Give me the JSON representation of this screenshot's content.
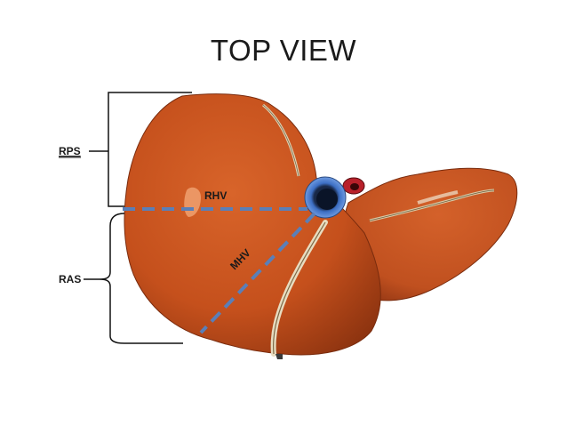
{
  "title": "TOP VIEW",
  "labels": {
    "rps": "RPS",
    "ras": "RAS",
    "rhv": "RHV",
    "mhv": "MHV"
  },
  "colors": {
    "liver": "#c5501c",
    "liver_dark": "#8e3410",
    "vein_line": "#5a7fb8",
    "vessel_blue": "#3d6fc4",
    "vessel_red": "#b8202a"
  }
}
